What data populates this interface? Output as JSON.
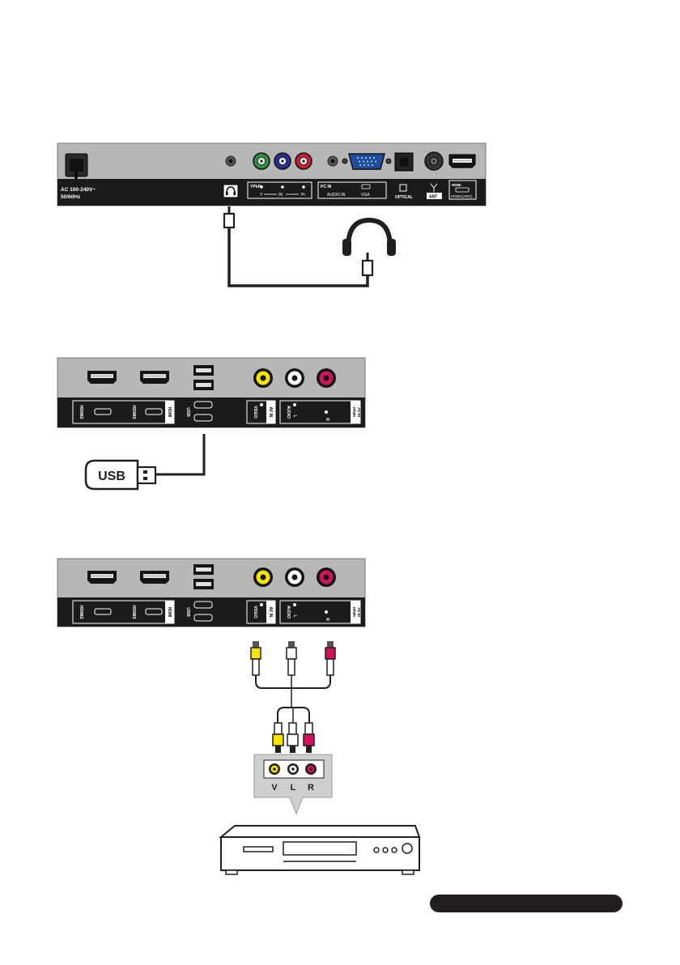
{
  "panel1": {
    "power_label_line1": "AC 100-240V~",
    "power_label_line2": "50/60Hz",
    "ypbpr_label": "YPbPr",
    "ypbpr_y": "Y",
    "ypbpr_in": "IN",
    "ypbpr_pr": "Pr",
    "pc_in_label": "PC IN",
    "audio_in_label": "AUDIO IN",
    "vga_label": "VGA",
    "optical_label": "OPTICAL",
    "ant_label": "ANT",
    "hdmi_label": "HDMI",
    "hdmi_arc_label": "HDMI1(ARC)"
  },
  "panel2": {
    "hdmi2_label": "HDMI2",
    "hdmi3_label": "HDMI3",
    "hdmi_label": "HDMI",
    "usb_label": "USB",
    "av_in_label": "AV IN",
    "video_label": "VIDEO",
    "audio_label": "AUDIO",
    "l_label": "L",
    "r_label": "R",
    "ypbpr_label": "YPbPr",
    "ypbpr_av_in_label": "AV IN"
  },
  "usb_stick": {
    "label": "USB"
  },
  "panel3": {
    "hdmi2_label": "HDMI2",
    "hdmi3_label": "HDMI3",
    "hdmi_label": "HDMI",
    "usb_label": "USB",
    "av_in_label": "AV IN",
    "video_label": "VIDEO",
    "audio_label": "AUDIO",
    "l_label": "L",
    "r_label": "R",
    "ypbpr_label": "YPbPr",
    "ypbpr_av_in_label": "AV IN"
  },
  "player_jacks": {
    "v": "V",
    "l": "L",
    "r": "R"
  },
  "colors": {
    "panel_body": "#b7b7b7",
    "panel_strip": "#1b1b1b",
    "yellow": "#f5e400",
    "white": "#ffffff",
    "red": "#d0135c",
    "green": "#2e8b3c",
    "blue": "#27308f",
    "cable": "#231f20"
  }
}
